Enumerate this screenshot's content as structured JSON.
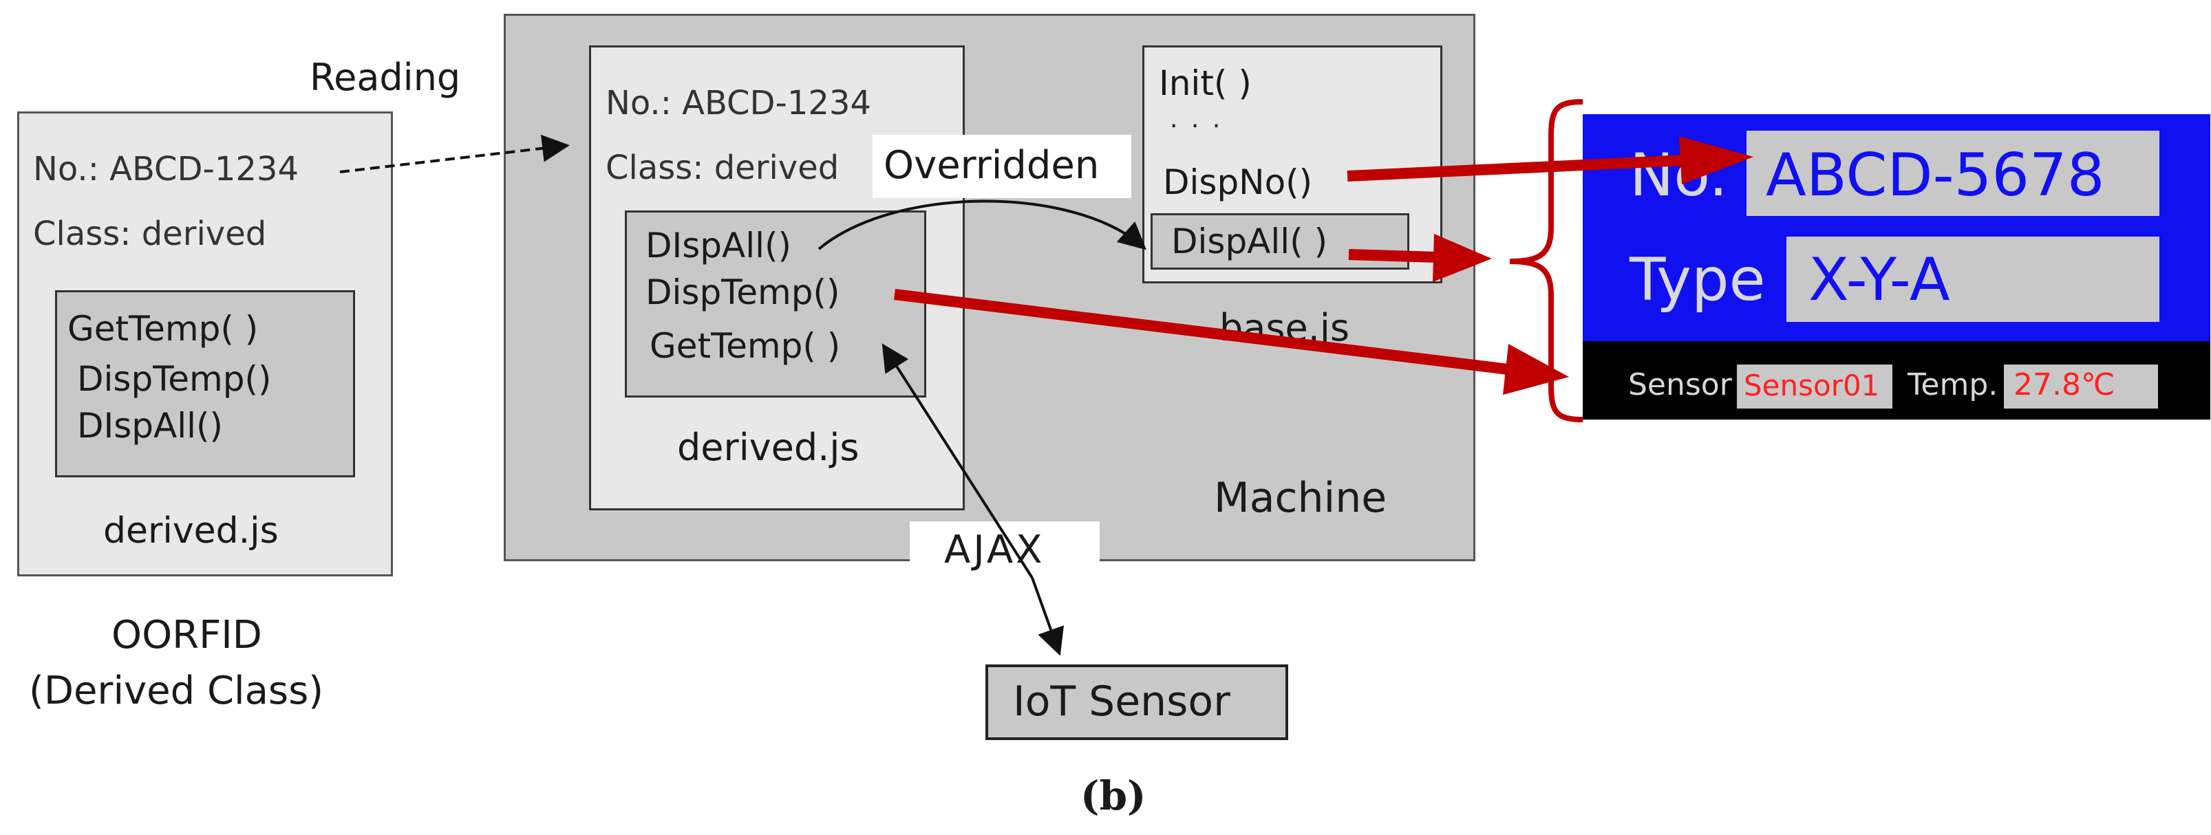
{
  "reading_label": "Reading",
  "oorfid": {
    "no": "No.: ABCD-1234",
    "class": "Class: derived",
    "methods": [
      "GetTemp( )",
      "DispTemp()",
      "DIspAll()"
    ],
    "file": "derived.js",
    "caption_line1": "OORFID",
    "caption_line2": "(Derived Class)"
  },
  "machine": {
    "label": "Machine",
    "derived": {
      "no": "No.: ABCD-1234",
      "class": "Class: derived",
      "methods": [
        "DIspAll()",
        "DispTemp()",
        "GetTemp( )"
      ],
      "file": "derived.js"
    },
    "base": {
      "methods": [
        "Init( )",
        "· · ·",
        "DispNo()",
        "DispAll( )"
      ],
      "file": "base.js"
    }
  },
  "overridden_label": "Overridden",
  "ajax_label": "AJAX",
  "iot_sensor_label": "IoT Sensor",
  "display": {
    "no_label": "No.",
    "no_value": "ABCD-5678",
    "type_label": "Type",
    "type_value": "X-Y-A",
    "sensor_label": "Sensor",
    "sensor_value": "Sensor01",
    "temp_label": "Temp.",
    "temp_value": "27.8℃"
  },
  "figure_label": "(b)",
  "colors": {
    "display_blue": "#1010f0",
    "display_field": "#c8c8c8",
    "display_text": "#1010f0",
    "sensor_value": "#ff2020",
    "arrow_red": "#c00000",
    "machine_gray": "#c8c8c8",
    "panel_gray": "#e8e8e8",
    "inner_gray": "#c8c8c8"
  }
}
